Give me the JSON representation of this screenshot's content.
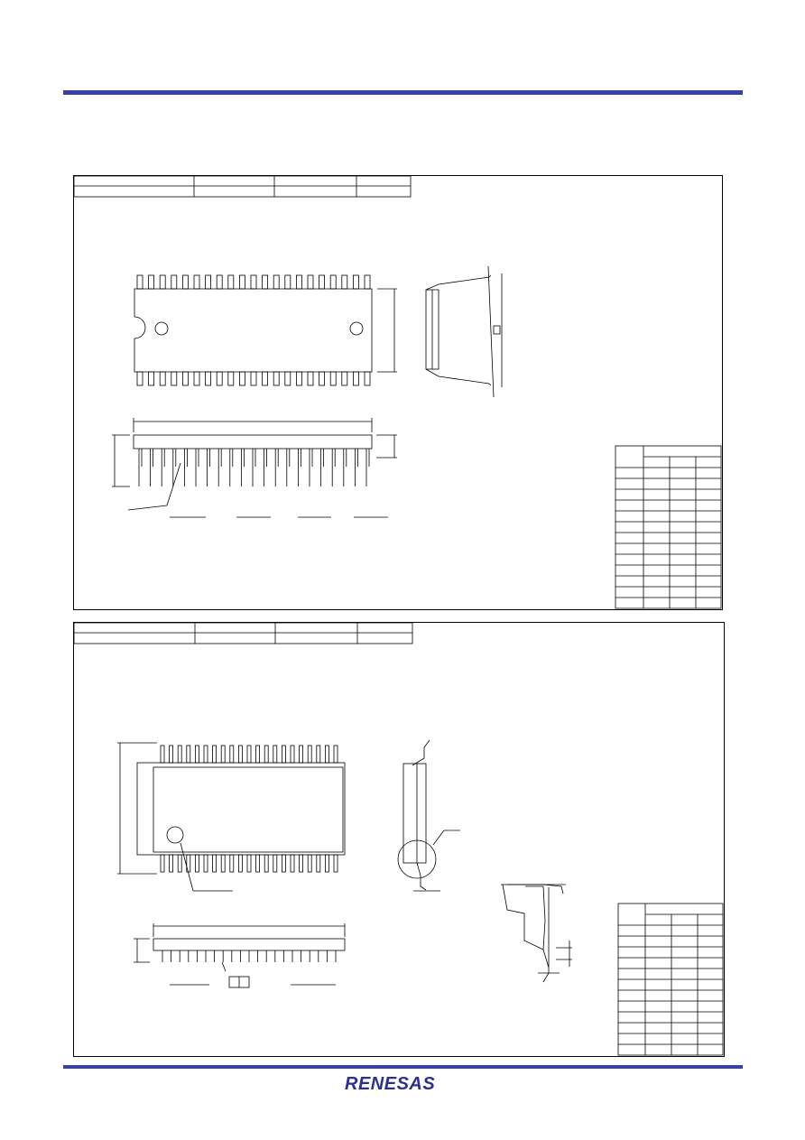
{
  "brand": {
    "logo_text": "RENESAS",
    "color": "#2b3192",
    "rule_color": "#3a3fa6"
  },
  "drawings": [
    {
      "name": "package-drawing-dip",
      "icons": [
        "dip-top-view",
        "dip-side-view",
        "dip-end-view",
        "dimension-table"
      ]
    },
    {
      "name": "package-drawing-ssop",
      "icons": [
        "ssop-top-view",
        "ssop-side-view",
        "ssop-end-view",
        "lead-detail-view",
        "dimension-table"
      ]
    }
  ]
}
